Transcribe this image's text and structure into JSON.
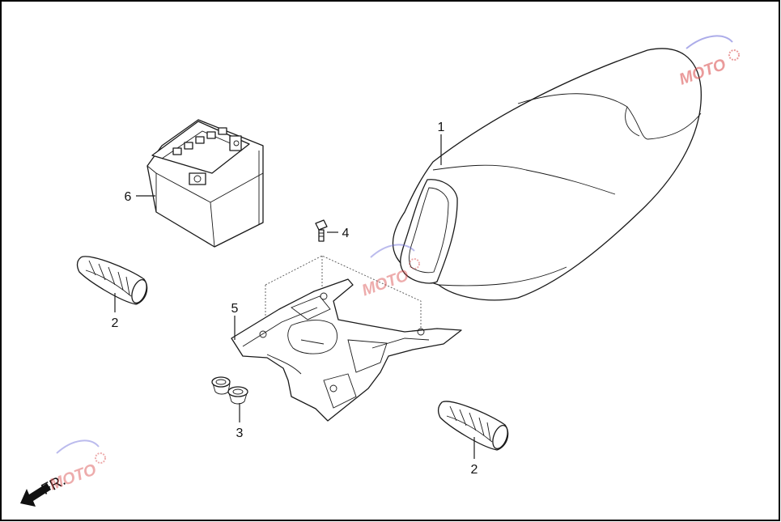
{
  "diagram": {
    "callouts": [
      {
        "id": "seat",
        "label": "1"
      },
      {
        "id": "grip-left",
        "label": "2"
      },
      {
        "id": "grip-right",
        "label": "2"
      },
      {
        "id": "grommets",
        "label": "3"
      },
      {
        "id": "bolt",
        "label": "4"
      },
      {
        "id": "tray",
        "label": "5"
      },
      {
        "id": "battery",
        "label": "6"
      }
    ],
    "direction_label": "FR.",
    "watermark_brand": "MOTO",
    "colors": {
      "line": "#1a1a1a",
      "border": "#000000",
      "watermark_red": "#d94a4a",
      "watermark_blue": "#6a6ad8"
    }
  }
}
